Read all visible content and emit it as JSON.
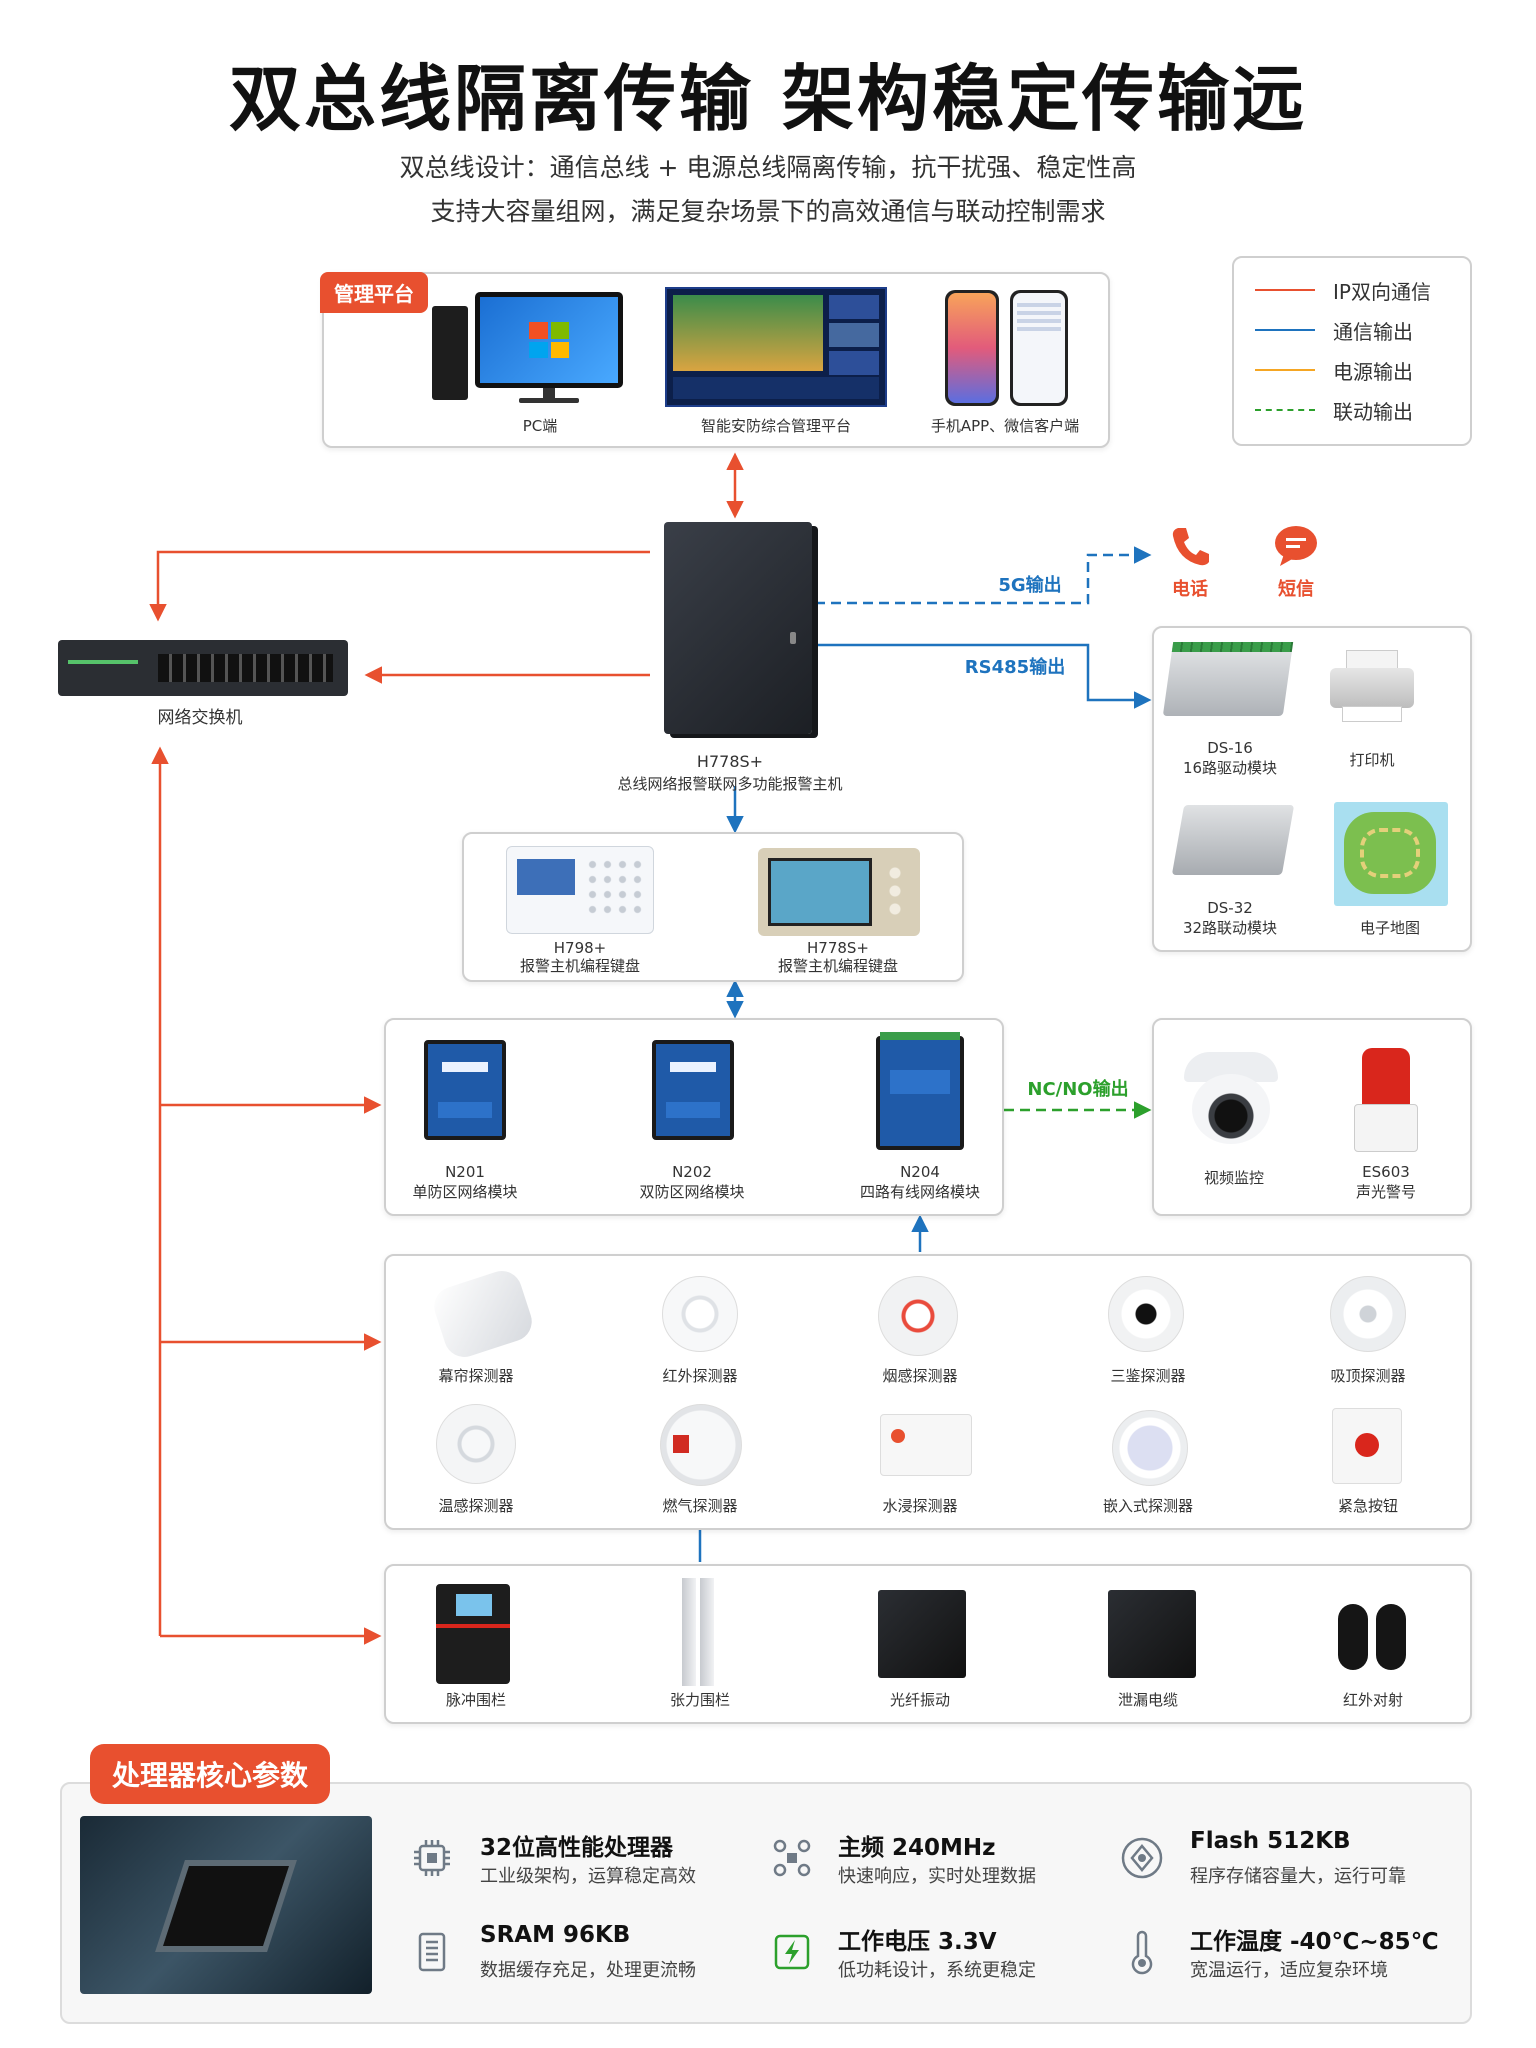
{
  "header": {
    "title": "双总线隔离传输 架构稳定传输远",
    "subtitle_line1": "双总线设计：通信总线 + 电源总线隔离传输，抗干扰强、稳定性高",
    "subtitle_line2": "支持大容量组网，满足复杂场景下的高效通信与联动控制需求"
  },
  "legend": {
    "items": [
      {
        "label": "IP双向通信",
        "color": "#e8502f",
        "style": "solid"
      },
      {
        "label": "通信输出",
        "color": "#1e73be",
        "style": "solid"
      },
      {
        "label": "电源输出",
        "color": "#f5a623",
        "style": "solid"
      },
      {
        "label": "联动输出",
        "color": "#2ca02c",
        "style": "dashed"
      }
    ]
  },
  "platform": {
    "tag": "管理平台",
    "pc_label": "PC端",
    "platform_label": "智能安防综合管理平台",
    "app_label": "手机APP、微信客户端"
  },
  "host": {
    "model": "H778S+",
    "name": "总线网络报警联网多功能报警主机"
  },
  "switch_label": "网络交换机",
  "outputs": {
    "g5_label": "5G输出",
    "rs485_label": "RS485输出",
    "phone_label": "电话",
    "sms_label": "短信"
  },
  "linkage_box": {
    "ds16_model": "DS-16",
    "ds16_name": "16路驱动模块",
    "printer": "打印机",
    "ds32_model": "DS-32",
    "ds32_name": "32路联动模块",
    "map": "电子地图"
  },
  "keypads": {
    "k1_model": "H798+",
    "k1_name": "报警主机编程键盘",
    "k2_model": "H778S+",
    "k2_name": "报警主机编程键盘"
  },
  "modules": {
    "m1_model": "N201",
    "m1_name": "单防区网络模块",
    "m2_model": "N202",
    "m2_name": "双防区网络模块",
    "m3_model": "N204",
    "m3_name": "四路有线网络模块",
    "ncno_label": "NC/NO输出"
  },
  "alarm_out": {
    "camera": "视频监控",
    "es_model": "ES603",
    "es_name": "声光警号"
  },
  "detectors": [
    "幕帘探测器",
    "红外探测器",
    "烟感探测器",
    "三鉴探测器",
    "吸顶探测器",
    "温感探测器",
    "燃气探测器",
    "水浸探测器",
    "嵌入式探测器",
    "紧急按钮"
  ],
  "perimeter": [
    "脉冲围栏",
    "张力围栏",
    "光纤振动",
    "泄漏电缆",
    "红外对射"
  ],
  "specs": {
    "tag": "处理器核心参数",
    "items": [
      {
        "title": "32位高性能处理器",
        "desc": "工业级架构，运算稳定高效"
      },
      {
        "title": "主频 240MHz",
        "desc": "快速响应，实时处理数据"
      },
      {
        "title": "Flash 512KB",
        "desc": "程序存储容量大，运行可靠"
      },
      {
        "title": "SRAM 96KB",
        "desc": "数据缓存充足，处理更流畅"
      },
      {
        "title": "工作电压 3.3V",
        "desc": "低功耗设计，系统更稳定"
      },
      {
        "title": "工作温度 -40℃~85℃",
        "desc": "宽温运行，适应复杂环境"
      }
    ]
  }
}
